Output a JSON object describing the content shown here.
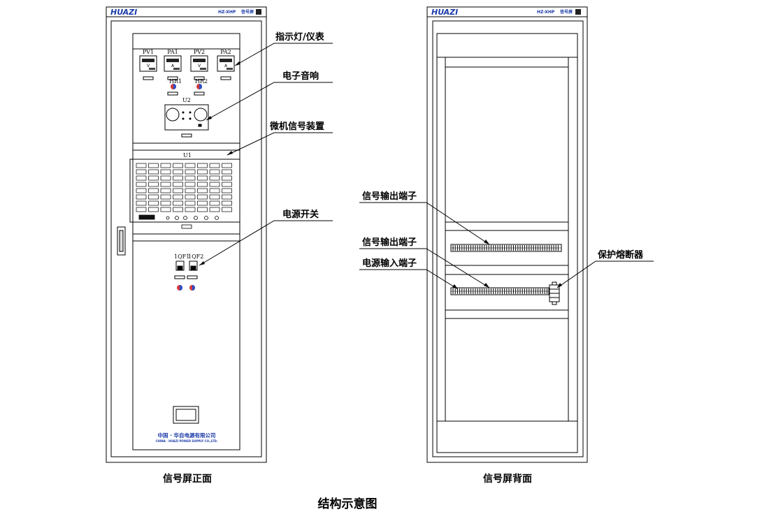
{
  "figure_title": "结构示意图",
  "colors": {
    "brand": "#1a3aa8",
    "line": "#000000",
    "indicator_red": "#d63a3a",
    "indicator_blue": "#2b4fc7"
  },
  "front": {
    "caption": "信号屏正面",
    "brand": "HUAZI",
    "model": "HZ-XHP",
    "model_suffix": "信号屏",
    "meters": [
      {
        "label": "PV1",
        "unit": "V"
      },
      {
        "label": "PA1",
        "unit": "A"
      },
      {
        "label": "PV2",
        "unit": "V"
      },
      {
        "label": "PA2",
        "unit": "A"
      }
    ],
    "indicators": [
      "HR1",
      "HR2"
    ],
    "module_u2": "U2",
    "module_u1": "U1",
    "breakers": [
      "1QF1",
      "1QF2"
    ],
    "company_cn": "中国 · 华自电源有限公司",
    "company_en": "CHINA · HUAZI POWER SUPPLY CO.,LTD.",
    "callouts": [
      "指示灯/仪表",
      "电子音响",
      "微机信号装置",
      "电源开关"
    ]
  },
  "back": {
    "caption": "信号屏背面",
    "brand": "HUAZI",
    "model": "HZ-XHP",
    "model_suffix": "信号屏",
    "callouts": [
      "信号输出端子",
      "信号输出端子",
      "电源输入端子",
      "保护熔断器"
    ]
  }
}
